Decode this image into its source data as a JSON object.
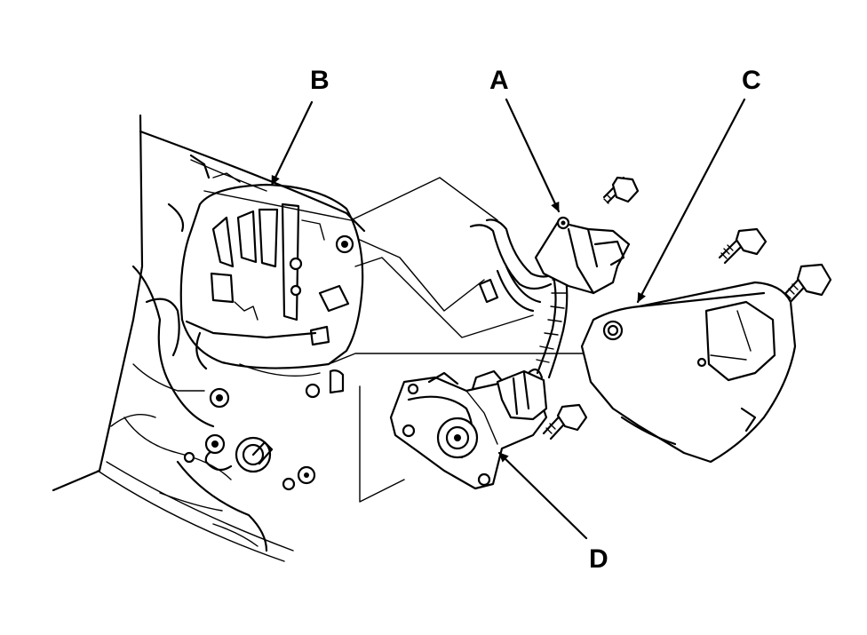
{
  "diagram": {
    "callouts": {
      "a": "A",
      "b": "B",
      "c": "C",
      "d": "D"
    },
    "colors": {
      "line": "#000000",
      "background": "#ffffff"
    }
  }
}
